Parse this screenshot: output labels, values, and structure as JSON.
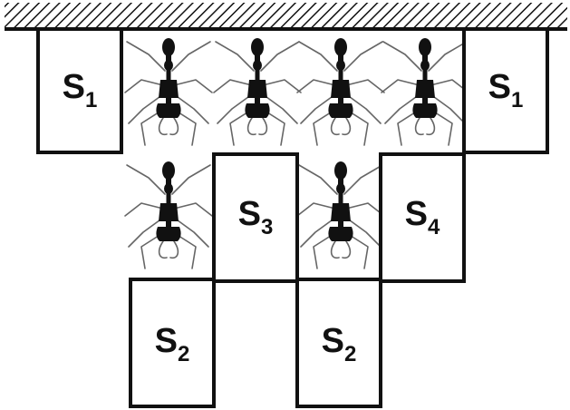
{
  "diagram": {
    "boxes": [
      {
        "id": "s1-left",
        "letter": "S",
        "sub": "1"
      },
      {
        "id": "s1-right",
        "letter": "S",
        "sub": "1"
      },
      {
        "id": "s3",
        "letter": "S",
        "sub": "3"
      },
      {
        "id": "s4",
        "letter": "S",
        "sub": "4"
      },
      {
        "id": "s2-left",
        "letter": "S",
        "sub": "2"
      },
      {
        "id": "s2-right",
        "letter": "S",
        "sub": "2"
      }
    ],
    "figure_icon": "ant-figure-icon",
    "figure_count": 6,
    "colors": {
      "line": "#111111",
      "leg": "#666666",
      "body": "#111111",
      "background": "#ffffff"
    }
  }
}
